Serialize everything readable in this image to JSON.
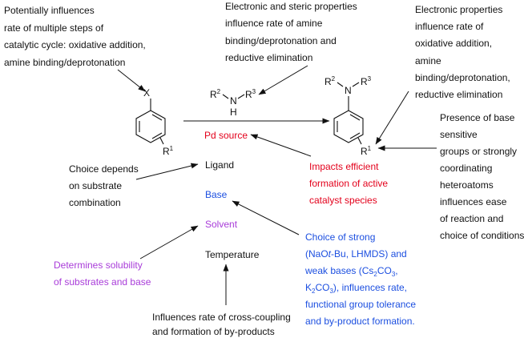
{
  "colors": {
    "text": "#111111",
    "pd_source": "#e3001b",
    "base": "#1c4fe0",
    "solvent": "#a93cd9"
  },
  "annotations": {
    "aryl_halide_note": [
      "Potentially influences",
      "rate of multiple steps of",
      "catalytic cycle: oxidative addition,",
      "amine binding/deprotonation"
    ],
    "amine_note": [
      "Electronic and steric properties",
      "influence rate of amine",
      "binding/deprotonation and",
      "reductive elimination"
    ],
    "product_note": [
      "Electronic properties",
      "influence rate of",
      "oxidative addition,",
      "amine",
      "binding/deprotonation,",
      "reductive elimination"
    ],
    "base_sensitive_note": [
      "Presence of base",
      "sensitive",
      "groups or strongly",
      "coordinating",
      "heteroatoms",
      "influences ease",
      "of reaction and",
      "choice of conditions"
    ],
    "ligand_note": [
      "Choice depends",
      "on substrate",
      "combination"
    ],
    "pd_note": [
      "Impacts efficient",
      "formation of active",
      "catalyst species"
    ],
    "solvent_note": [
      "Determines solubility",
      "of substrates and base"
    ],
    "temperature_note": [
      "Influences rate of cross-coupling",
      "and formation of by-products"
    ]
  },
  "base_note_lines": {
    "l1": "Choice of strong",
    "l2_a": "(NaO",
    "l2_b": "t",
    "l2_c": "-Bu, LHMDS) and",
    "l3_a": "weak bases (Cs",
    "l3_sub1": "2",
    "l3_b": "CO",
    "l3_sub2": "3",
    "l3_c": ",",
    "l4_a": "K",
    "l4_sub1": "2",
    "l4_b": "CO",
    "l4_sub2": "3",
    "l4_c": "), influences rate,",
    "l5": "functional group tolerance",
    "l6": "and by-product formation."
  },
  "conditions": {
    "pd_source": "Pd source",
    "ligand": "Ligand",
    "base": "Base",
    "solvent": "Solvent",
    "temperature": "Temperature"
  },
  "structures": {
    "halide_atom": "X",
    "r1_label": "R",
    "r1_sup": "1",
    "amine_r2": "R",
    "amine_r2_sup": "2",
    "amine_r3": "R",
    "amine_r3_sup": "3",
    "amine_n": "N",
    "amine_h": "H",
    "product_n": "N",
    "product_r2": "R",
    "product_r2_sup": "2",
    "product_r3": "R",
    "product_r3_sup": "3",
    "product_r1": "R",
    "product_r1_sup": "1"
  }
}
